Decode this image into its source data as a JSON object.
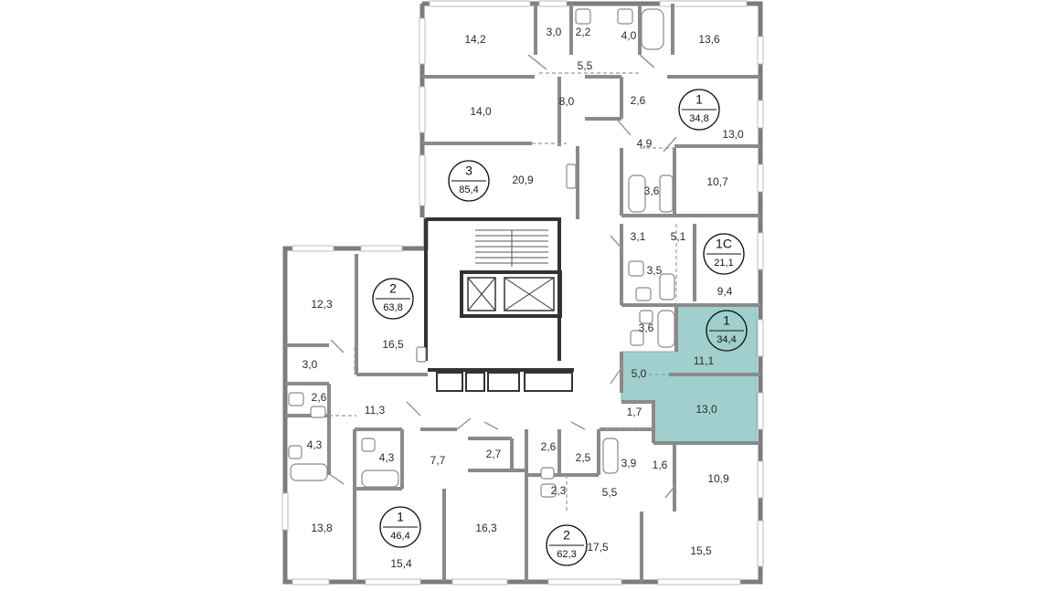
{
  "colors": {
    "highlight_fill": "#9fd0cd",
    "highlight_stroke": "#7ab8b4",
    "wall": "#8a8a8a",
    "core_wall": "#333333"
  },
  "apartments": [
    {
      "type": "3",
      "area": "85,4"
    },
    {
      "type": "1",
      "area": "34,8"
    },
    {
      "type": "1С",
      "area": "21,1"
    },
    {
      "type": "1",
      "area": "34,4",
      "highlighted": true
    },
    {
      "type": "2",
      "area": "63,8"
    },
    {
      "type": "1",
      "area": "46,4"
    },
    {
      "type": "2",
      "area": "62,3"
    }
  ],
  "rooms": [
    "14,2",
    "3,0",
    "2,2",
    "4,0",
    "13,6",
    "5,5",
    "14,0",
    "8,0",
    "2,6",
    "13,0",
    "4,9",
    "20,9",
    "3,6",
    "10,7",
    "3,1",
    "5,1",
    "3,5",
    "9,4",
    "12,3",
    "16,5",
    "3,6",
    "11,1",
    "3,0",
    "5,0",
    "2,6",
    "11,3",
    "1,7",
    "13,0",
    "4,3",
    "4,3",
    "7,7",
    "2,7",
    "2,6",
    "2,5",
    "3,9",
    "1,6",
    "10,9",
    "2,3",
    "5,5",
    "13,8",
    "15,4",
    "16,3",
    "17,5",
    "15,5"
  ]
}
